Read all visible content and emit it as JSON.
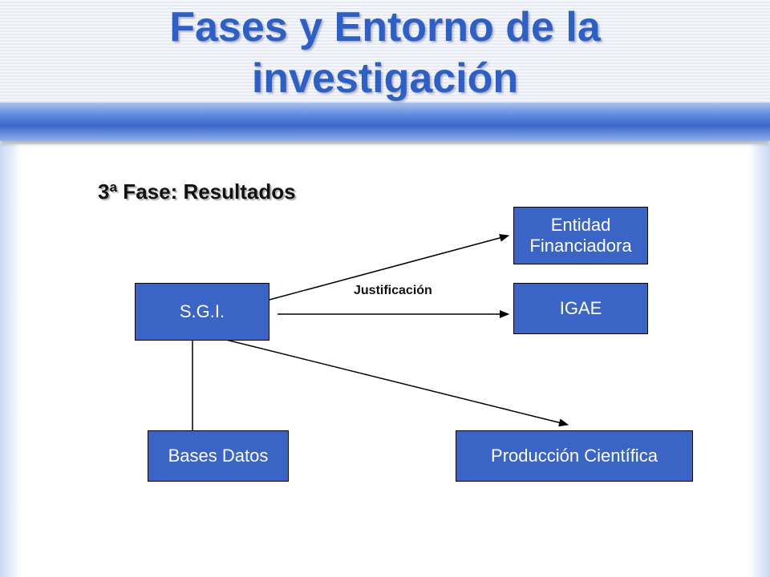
{
  "slide": {
    "title_line1": "Fases y Entorno de la",
    "title_line2": "investigación",
    "subtitle": "3ª Fase: Resultados"
  },
  "diagram": {
    "nodes": {
      "sgi": "S.G.I.",
      "entidad_line1": "Entidad",
      "entidad_line2": "Financiadora",
      "igae": "IGAE",
      "bases": "Bases Datos",
      "produccion": "Producción Científica"
    },
    "edge_label": "Justificación"
  }
}
